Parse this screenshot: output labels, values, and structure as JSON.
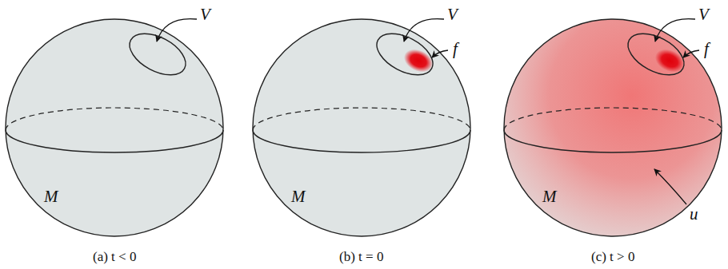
{
  "diagram": {
    "labels": [
      "V",
      "M",
      "(a) t < 0",
      "V",
      "f",
      "M",
      "(b) t = 0",
      "V",
      "f",
      "M",
      "u",
      "(c) t > 0"
    ]
  }
}
